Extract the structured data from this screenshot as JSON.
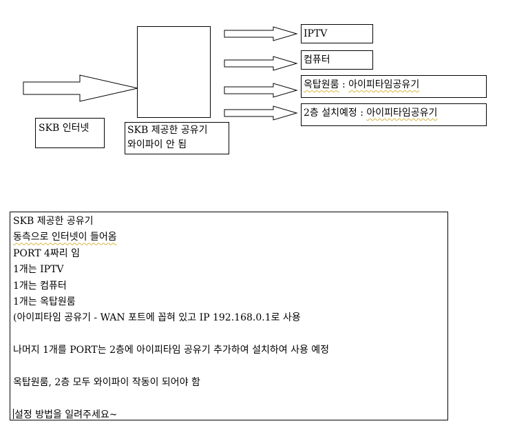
{
  "diagram": {
    "internet_label": "SKB 인터넷",
    "router_label_line1": "SKB 제공한 공유기",
    "router_label_line2": "와이파이 안 됨",
    "targets": [
      {
        "text": "IPTV"
      },
      {
        "text": "컴퓨터"
      },
      {
        "prefix": "",
        "squiggle": "옥탑원룸",
        "mid": " : ",
        "squiggle2": "아이피타임공유기"
      },
      {
        "prefix": "2층 설치예정 : ",
        "squiggle2": "아이피타임공유기"
      }
    ]
  },
  "note": {
    "lines": [
      "SKB 제공한 공유기",
      "동측으로 인터넷이 들어옴",
      "PORT 4짜리 임",
      "1개는 IPTV",
      "1개는 컴퓨터",
      "1개는 옥탑원룸",
      "(아이피타임 공유기 - WAN 포트에 꼽혀 있고 IP 192.168.0.1로 사용",
      "",
      "나머지 1개를 PORT는 2층에 아이피타임 공유기 추가하여 설치하여 사용 예정",
      "",
      "옥탑원룸, 2층 모두 와이파이 작동이 되어야 함",
      "",
      "설정 방법을 일려주세요~"
    ]
  }
}
